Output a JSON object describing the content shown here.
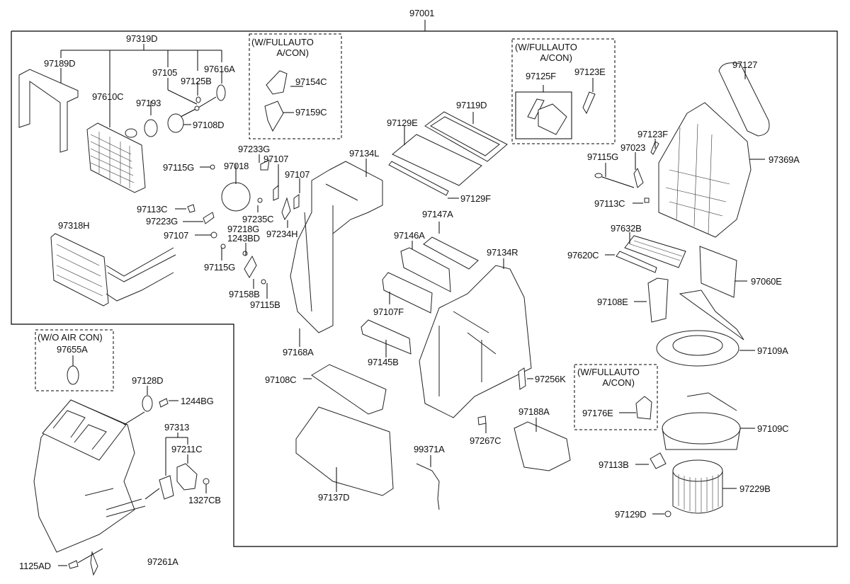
{
  "diagram": {
    "title_part": "97001",
    "group_labels": {
      "evaporator_kit": "97319D",
      "gasket_kit": "97313"
    },
    "notes": {
      "full_auto_1": "(W/FULLAUTO\n          A/CON)",
      "full_auto_2": "(W/FULLAUTO\n          A/CON)",
      "full_auto_3": "(W/FULLAUTO\n          A/CON)",
      "wo_air_con": "(W/O AIR CON)"
    },
    "parts": {
      "p97189D": "97189D",
      "p97610C": "97610C",
      "p97193": "97193",
      "p97105": "97105",
      "p97125B": "97125B",
      "p97616A": "97616A",
      "p97108D": "97108D",
      "p97154C": "97154C",
      "p97159C": "97159C",
      "p97233G": "97233G",
      "p97107a": "97107",
      "p97107b": "97107",
      "p97018": "97018",
      "p97115Ga": "97115G",
      "p97113Ca": "97113C",
      "p97223G": "97223G",
      "p97235C": "97235C",
      "p97218G": "97218G",
      "p1243BD": "1243BD",
      "p97234H": "97234H",
      "p97107c": "97107",
      "p97115Gb": "97115G",
      "p97158B": "97158B",
      "p97115B": "97115B",
      "p97318H": "97318H",
      "p97134L": "97134L",
      "p97129E": "97129E",
      "p97119D": "97119D",
      "p97129F": "97129F",
      "p97147A": "97147A",
      "p97146A": "97146A",
      "p97107F": "97107F",
      "p97134R": "97134R",
      "p97168A": "97168A",
      "p97145B": "97145B",
      "p97108C": "97108C",
      "p97137D": "97137D",
      "p97256K": "97256K",
      "p97267C": "97267C",
      "p99371A": "99371A",
      "p97188A": "97188A",
      "p97125F": "97125F",
      "p97123E": "97123E",
      "p97127": "97127",
      "p97123F": "97123F",
      "p97023": "97023",
      "p97115Gc": "97115G",
      "p97369A": "97369A",
      "p97113Cb": "97113C",
      "p97632B": "97632B",
      "p97620C": "97620C",
      "p97060E": "97060E",
      "p97108E": "97108E",
      "p97109A": "97109A",
      "p97176E": "97176E",
      "p97109C": "97109C",
      "p97113B": "97113B",
      "p97229B": "97229B",
      "p97129D": "97129D",
      "p97655A": "97655A",
      "p97128D": "97128D",
      "p1244BG": "1244BG",
      "p97211C": "97211C",
      "p1327CB": "1327CB",
      "p1125AD": "1125AD",
      "p97261A": "97261A"
    }
  }
}
